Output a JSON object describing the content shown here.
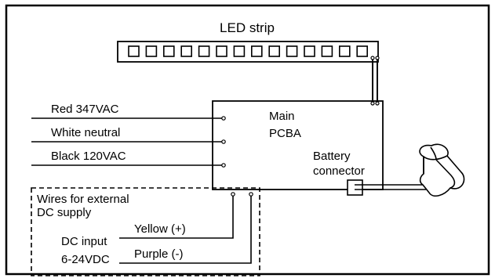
{
  "led_strip": {
    "label": "LED strip",
    "segment_count": 14
  },
  "pcba": {
    "line1": "Main",
    "line2": "PCBA"
  },
  "battery_connector": {
    "line1": "Battery",
    "line2": "connector"
  },
  "ac_wires": {
    "red": "Red 347VAC",
    "white": "White neutral",
    "black": "Black 120VAC"
  },
  "external_dc": {
    "title_line1": "Wires for external",
    "title_line2": "DC supply",
    "input_line1": "DC input",
    "input_line2": "6-24VDC",
    "yellow": "Yellow (+)",
    "purple": "Purple (-)"
  }
}
